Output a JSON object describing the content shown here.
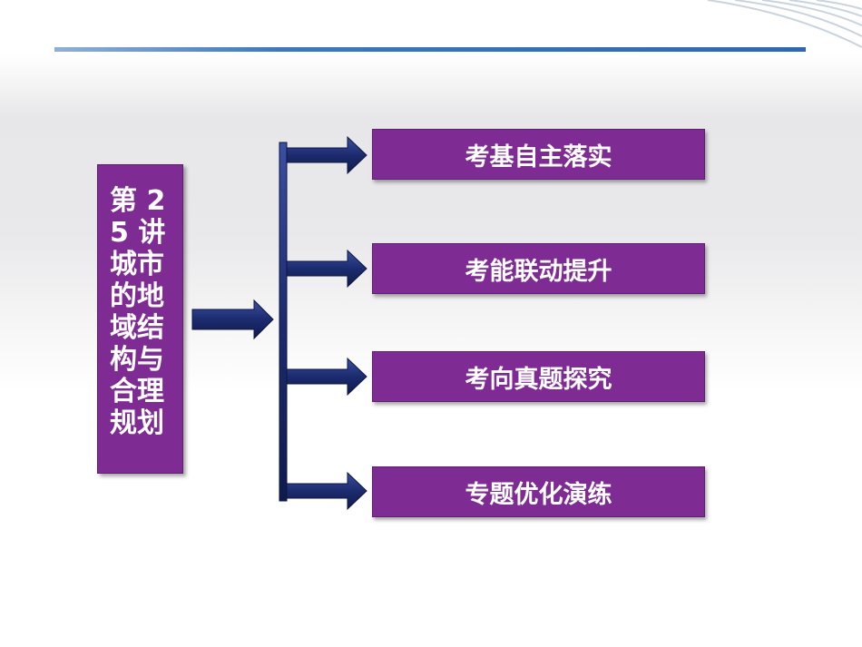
{
  "title": "第 25 讲城市的地域结构与合理规划",
  "topics": [
    {
      "label": "考基自主落实"
    },
    {
      "label": "考能联动提升"
    },
    {
      "label": "考向真题探究"
    },
    {
      "label": "专题优化演练"
    }
  ],
  "colors": {
    "box_fill": "#7e2b93",
    "arrow_fill": "#1c2b6e",
    "rule": "#3d78bb"
  }
}
